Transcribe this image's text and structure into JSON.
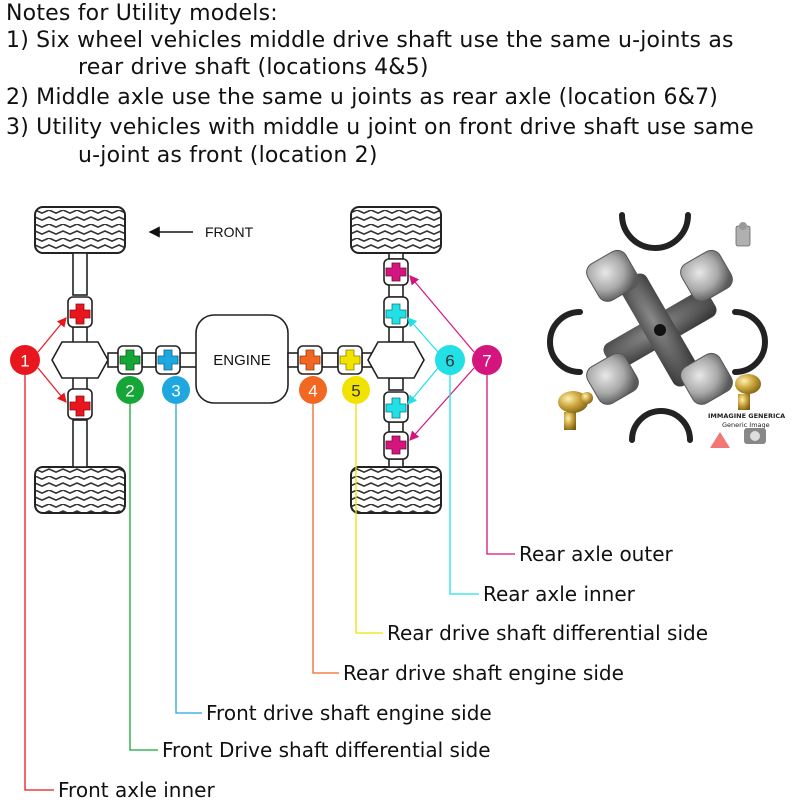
{
  "notes": {
    "title": "Notes for Utility models:",
    "item1_a": "1) Six wheel vehicles middle drive shaft use the same u-joints as",
    "item1_b": "rear drive shaft (locations 4&5)",
    "item2": "2) Middle axle use the same u joints as rear axle (location 6&7)",
    "item3_a": "3) Utility vehicles with middle u joint on front drive shaft use same",
    "item3_b": "u-joint as front (location 2)"
  },
  "diagram": {
    "front_label": "FRONT",
    "engine_label": "ENGINE"
  },
  "locations": [
    {
      "num": "1",
      "color": "#e8171f",
      "label": "Front axle inner"
    },
    {
      "num": "2",
      "color": "#16a637",
      "label": "Front Drive shaft differential side"
    },
    {
      "num": "3",
      "color": "#1fa8e0",
      "label": "Front drive shaft engine side"
    },
    {
      "num": "4",
      "color": "#f26722",
      "label": "Rear drive shaft engine side"
    },
    {
      "num": "5",
      "color": "#f2e200",
      "label": "Rear drive shaft differential side"
    },
    {
      "num": "6",
      "color": "#22e0e6",
      "label": "Rear axle inner"
    },
    {
      "num": "7",
      "color": "#d4157d",
      "label": "Rear axle outer"
    }
  ],
  "product_image": {
    "watermark_line1": "IMMAGINE GENERICA",
    "watermark_line2": "Generic Image"
  }
}
